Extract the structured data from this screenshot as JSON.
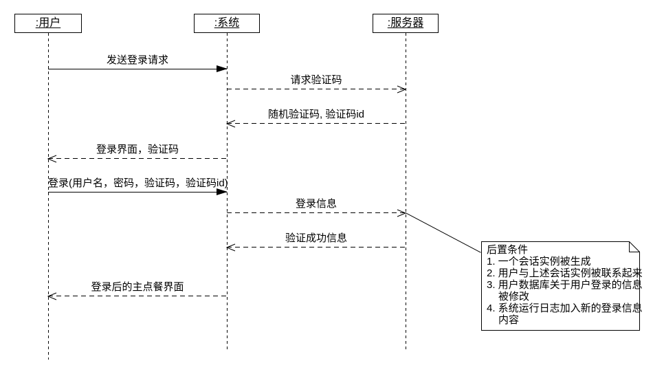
{
  "diagram": {
    "type": "uml-sequence-diagram",
    "colors": {
      "background": "#ffffff",
      "line": "#000000",
      "text": "#000000"
    },
    "actors": [
      {
        "label": ":用户"
      },
      {
        "label": ":系统"
      },
      {
        "label": ":服务器"
      }
    ],
    "messages": [
      {
        "label": "发送登录请求",
        "from": ":用户",
        "to": ":系统",
        "line": "solid",
        "arrow": "filled"
      },
      {
        "label": "请求验证码",
        "from": ":系统",
        "to": ":服务器",
        "line": "dashed",
        "arrow": "open"
      },
      {
        "label": "随机验证码, 验证码id",
        "from": ":服务器",
        "to": ":系统",
        "line": "dashed",
        "arrow": "open"
      },
      {
        "label": "登录界面，验证码",
        "from": ":系统",
        "to": ":用户",
        "line": "dashed",
        "arrow": "open"
      },
      {
        "label": "登录(用户名，密码，验证码，验证码id)",
        "from": ":用户",
        "to": ":系统",
        "line": "solid",
        "arrow": "filled"
      },
      {
        "label": "登录信息",
        "from": ":系统",
        "to": ":服务器",
        "line": "dashed",
        "arrow": "open"
      },
      {
        "label": "验证成功信息",
        "from": ":服务器",
        "to": ":系统",
        "line": "dashed",
        "arrow": "open"
      },
      {
        "label": "登录后的主点餐界面",
        "from": ":系统",
        "to": ":用户",
        "line": "dashed",
        "arrow": "open"
      }
    ],
    "note": {
      "attached_to": "登录信息 arrow at :服务器 lifeline",
      "lines": [
        "后置条件",
        "1. 一个会话实例被生成",
        "2. 用户与上述会话实例被联系起来",
        "3. 用户数据库关于用户登录的信息",
        "被修改",
        "4. 系统运行日志加入新的登录信息",
        "内容"
      ]
    }
  }
}
